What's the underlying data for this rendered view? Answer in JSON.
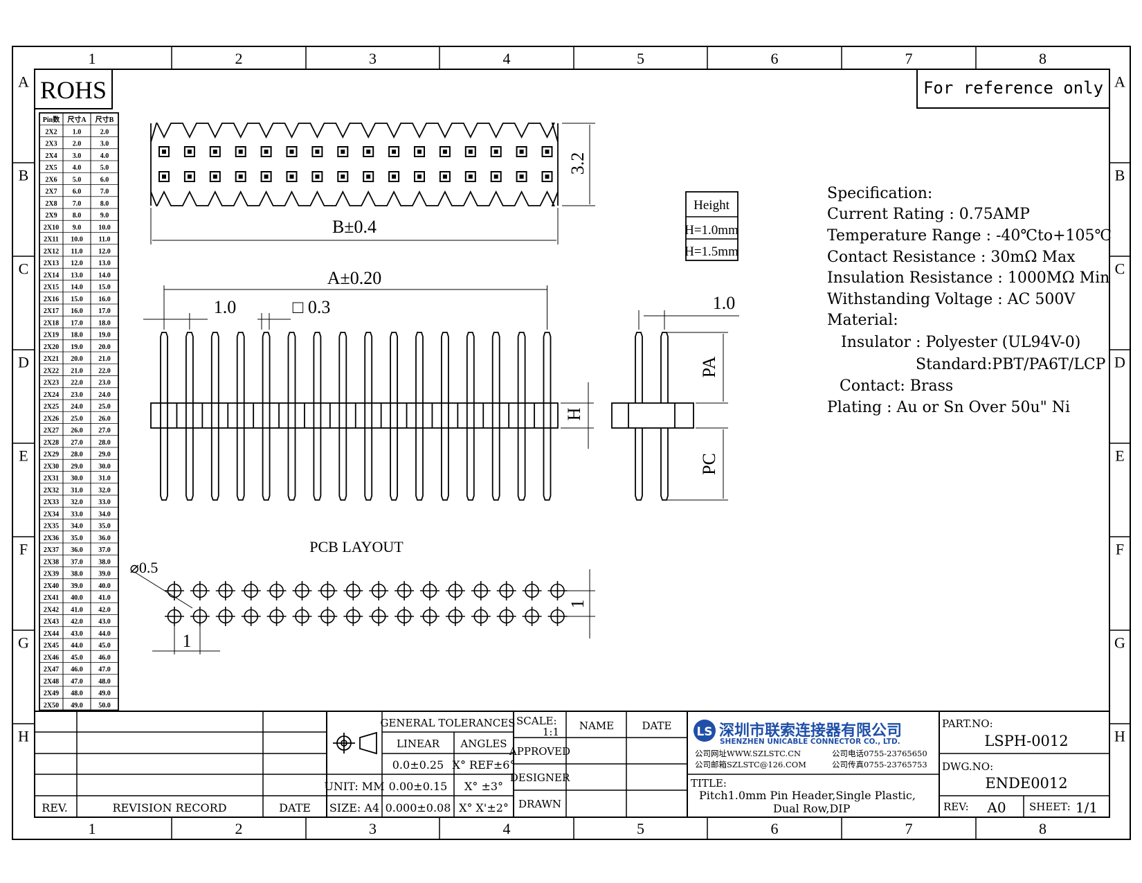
{
  "frame": {
    "columns": [
      "1",
      "2",
      "3",
      "4",
      "5",
      "6",
      "7",
      "8"
    ],
    "rows": [
      "A",
      "B",
      "C",
      "D",
      "E",
      "F",
      "G",
      "H"
    ]
  },
  "rohs": "ROHS",
  "reference_note": "For reference only",
  "pin_table": {
    "headers": [
      "Pin数",
      "尺寸A",
      "尺寸B"
    ],
    "rows": [
      [
        "2X2",
        "1.0",
        "2.0"
      ],
      [
        "2X3",
        "2.0",
        "3.0"
      ],
      [
        "2X4",
        "3.0",
        "4.0"
      ],
      [
        "2X5",
        "4.0",
        "5.0"
      ],
      [
        "2X6",
        "5.0",
        "6.0"
      ],
      [
        "2X7",
        "6.0",
        "7.0"
      ],
      [
        "2X8",
        "7.0",
        "8.0"
      ],
      [
        "2X9",
        "8.0",
        "9.0"
      ],
      [
        "2X10",
        "9.0",
        "10.0"
      ],
      [
        "2X11",
        "10.0",
        "11.0"
      ],
      [
        "2X12",
        "11.0",
        "12.0"
      ],
      [
        "2X13",
        "12.0",
        "13.0"
      ],
      [
        "2X14",
        "13.0",
        "14.0"
      ],
      [
        "2X15",
        "14.0",
        "15.0"
      ],
      [
        "2X16",
        "15.0",
        "16.0"
      ],
      [
        "2X17",
        "16.0",
        "17.0"
      ],
      [
        "2X18",
        "17.0",
        "18.0"
      ],
      [
        "2X19",
        "18.0",
        "19.0"
      ],
      [
        "2X20",
        "19.0",
        "20.0"
      ],
      [
        "2X21",
        "20.0",
        "21.0"
      ],
      [
        "2X22",
        "21.0",
        "22.0"
      ],
      [
        "2X23",
        "22.0",
        "23.0"
      ],
      [
        "2X24",
        "23.0",
        "24.0"
      ],
      [
        "2X25",
        "24.0",
        "25.0"
      ],
      [
        "2X26",
        "25.0",
        "26.0"
      ],
      [
        "2X27",
        "26.0",
        "27.0"
      ],
      [
        "2X28",
        "27.0",
        "28.0"
      ],
      [
        "2X29",
        "28.0",
        "29.0"
      ],
      [
        "2X30",
        "29.0",
        "30.0"
      ],
      [
        "2X31",
        "30.0",
        "31.0"
      ],
      [
        "2X32",
        "31.0",
        "32.0"
      ],
      [
        "2X33",
        "32.0",
        "33.0"
      ],
      [
        "2X34",
        "33.0",
        "34.0"
      ],
      [
        "2X35",
        "34.0",
        "35.0"
      ],
      [
        "2X36",
        "35.0",
        "36.0"
      ],
      [
        "2X37",
        "36.0",
        "37.0"
      ],
      [
        "2X38",
        "37.0",
        "38.0"
      ],
      [
        "2X39",
        "38.0",
        "39.0"
      ],
      [
        "2X40",
        "39.0",
        "40.0"
      ],
      [
        "2X41",
        "40.0",
        "41.0"
      ],
      [
        "2X42",
        "41.0",
        "42.0"
      ],
      [
        "2X43",
        "42.0",
        "43.0"
      ],
      [
        "2X44",
        "43.0",
        "44.0"
      ],
      [
        "2X45",
        "44.0",
        "45.0"
      ],
      [
        "2X46",
        "45.0",
        "46.0"
      ],
      [
        "2X47",
        "46.0",
        "47.0"
      ],
      [
        "2X48",
        "47.0",
        "48.0"
      ],
      [
        "2X49",
        "48.0",
        "49.0"
      ],
      [
        "2X50",
        "49.0",
        "50.0"
      ]
    ]
  },
  "dims": {
    "top_height": "3.2",
    "top_width": "B±0.4",
    "front_width": "A±0.20",
    "pitch": "1.0",
    "pin_square": "□ 0.3",
    "h_label": "H",
    "side_pitch": "1.0",
    "pa": "PA",
    "pc": "PC",
    "pcb_title": "PCB LAYOUT",
    "hole": "⌀0.5",
    "pcb_pitch_x": "1",
    "pcb_pitch_y": "1"
  },
  "height_table": {
    "header": "Height",
    "rows": [
      "H=1.0mm",
      "H=1.5mm"
    ]
  },
  "spec": {
    "title": "Specification:",
    "lines": [
      "Current Rating : 0.75AMP",
      "Temperature Range : -40℃to+105℃",
      "Contact Resistance : 30mΩ Max",
      "Insulation Resistance : 1000MΩ Min",
      "Withstanding Voltage : AC 500V",
      "Material:",
      "Insulator : Polyester (UL94V-0)",
      "Standard:PBT/PA6T/LCP",
      "Contact: Brass",
      "Plating : Au or Sn Over 50u\" Ni"
    ]
  },
  "title_block": {
    "rev": "REV.",
    "revision_record": "REVISION RECORD",
    "date": "DATE",
    "general_tolerances": "GENERAL TOLERANCES",
    "linear": "LINEAR",
    "angles": "ANGLES",
    "tol_linear": [
      "0.0±0.25",
      "0.00±0.15",
      "0.000±0.08"
    ],
    "tol_angles": [
      "X° REF±6°",
      "X° ±3°",
      "X° X'±2°"
    ],
    "unit": "UNIT: MM",
    "size": "SIZE: A4",
    "scale_label": "SCALE:",
    "scale_value": "1:1",
    "name": "NAME",
    "date2": "DATE",
    "approved": "APPROVED",
    "designer": "DESIGNER",
    "drawn": "DRAWN",
    "logo_mark": "LS",
    "company_cn": "深圳市联索连接器有限公司",
    "company_en": "SHENZHEN UNICABLE CONNECTOR CO., LTD.",
    "web": "公司网址WWW.SZLSTC.CN",
    "email": "公司邮箱SZLSTC@126.COM",
    "tel": "公司电话0755-23765650",
    "fax": "公司传真0755-23765753",
    "title_label": "TITLE:",
    "title_line1": "Pitch1.0mm Pin Header,Single Plastic,",
    "title_line2": "Dual Row,DIP",
    "part_no_label": "PART.NO:",
    "part_no": "LSPH-0012",
    "dwg_no_label": "DWG.NO:",
    "dwg_no": "ENDE0012",
    "rev_label": "REV:",
    "rev_value": "A0",
    "sheet_label": "SHEET:",
    "sheet_value": "1/1"
  }
}
